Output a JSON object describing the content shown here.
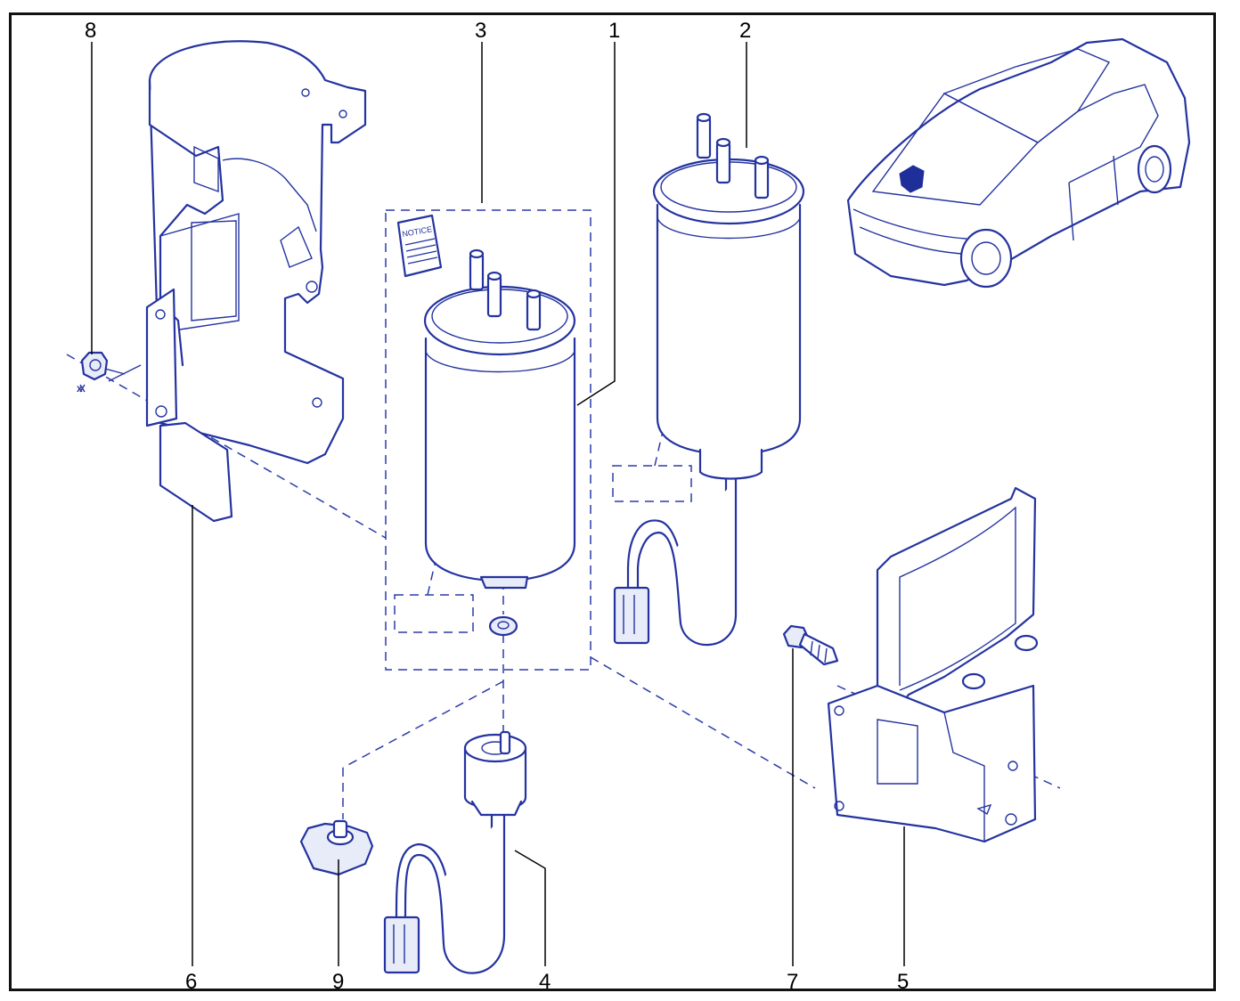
{
  "callouts": {
    "c1": "1",
    "c2": "2",
    "c3": "3",
    "c4": "4",
    "c5": "5",
    "c6": "6",
    "c7": "7",
    "c8": "8",
    "c9": "9"
  },
  "notice_text": "NOTICE",
  "dimension_mark": "x",
  "colors": {
    "line": "#2433a0",
    "frame": "#111111",
    "label": "#000000"
  }
}
